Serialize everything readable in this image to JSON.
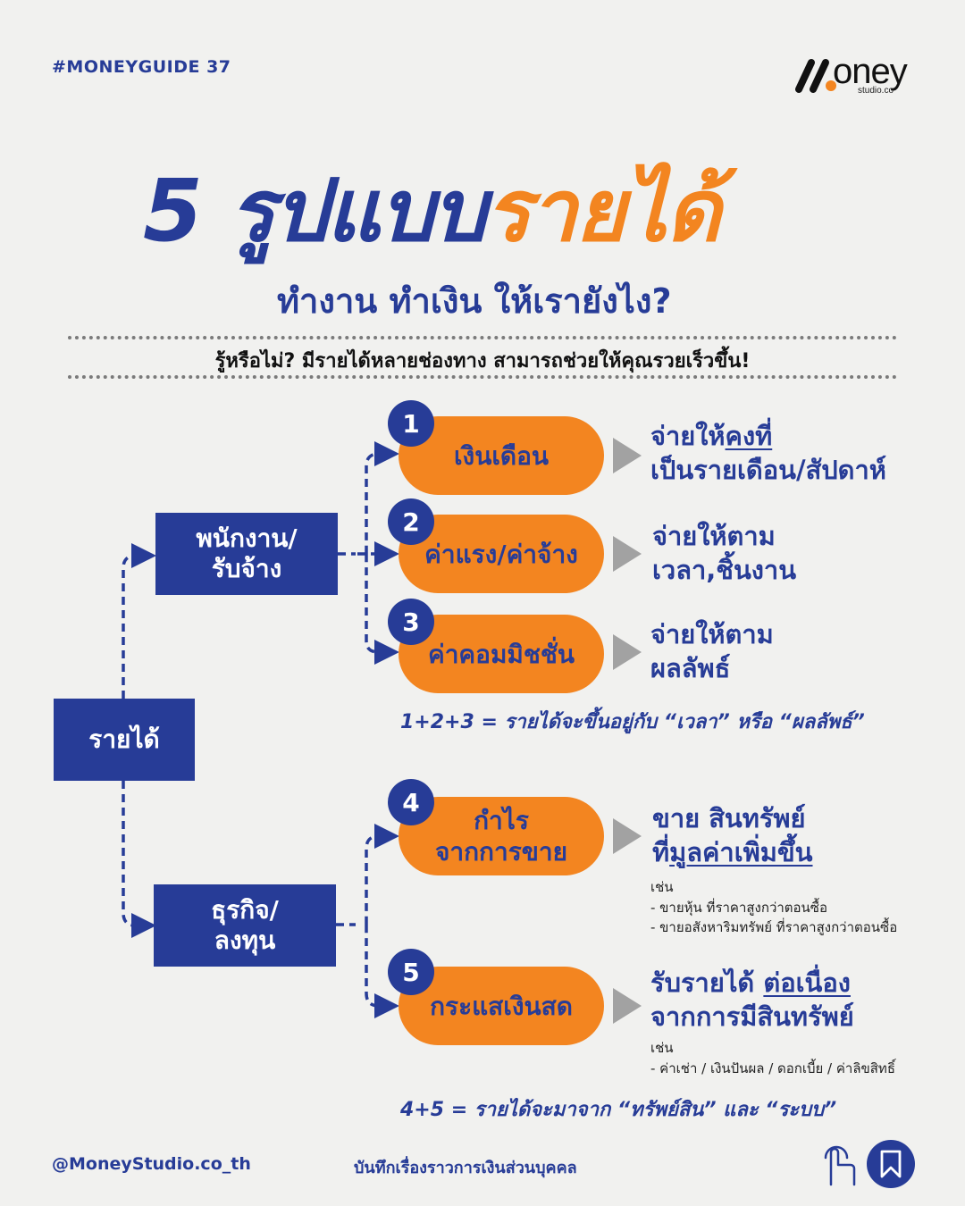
{
  "header": {
    "tag": "#MONEYGUIDE  37",
    "logo_word": "oney",
    "logo_sub": "studio.co"
  },
  "title": {
    "number": "5",
    "blue_part": "รูปแบบ",
    "orange_part": "รายได้",
    "subtitle": "ทำงาน ทำเงิน ให้เรายังไง?"
  },
  "intro": "รู้หรือไม่? มีรายได้หลายช่องทาง สามารถช่วยให้คุณรวยเร็วขึ้น!",
  "colors": {
    "primary_blue": "#273c97",
    "accent_orange": "#f38520",
    "arrow_gray": "#a2a2a2",
    "background": "#f1f1ef"
  },
  "diagram": {
    "root": "รายได้",
    "groups": [
      {
        "label": "พนักงาน/\nรับจ้าง"
      },
      {
        "label": "ธุรกิจ/\nลงทุน"
      }
    ],
    "items": [
      {
        "number": "1",
        "label": "เงินเดือน",
        "desc_line1_prefix": "จ่ายให้",
        "desc_line1_underline": "คงที่",
        "desc_line2": "เป็นรายเดือน/สัปดาห์"
      },
      {
        "number": "2",
        "label": "ค่าแรง/ค่าจ้าง",
        "desc_line1": "จ่ายให้ตาม",
        "desc_line2": "เวลา,ชิ้นงาน"
      },
      {
        "number": "3",
        "label": "ค่าคอมมิชชั่น",
        "desc_line1": "จ่ายให้ตาม",
        "desc_line2": "ผลลัพธ์"
      },
      {
        "number": "4",
        "label_line1": "กำไร",
        "label_line2": "จากการขาย",
        "desc_line1": "ขาย สินทรัพย์",
        "desc_line2_prefix": "ที่",
        "desc_line2_underline": "มูลค่าเพิ่มขึ้น",
        "note_title": "เช่น",
        "notes": [
          "- ขายหุ้น ที่ราคาสูงกว่าตอนซื้อ",
          "- ขายอสังหาริมทรัพย์ ที่ราคาสูงกว่าตอนซื้อ"
        ]
      },
      {
        "number": "5",
        "label": "กระแสเงินสด",
        "desc_line1_prefix": "รับรายได้ ",
        "desc_line1_underline": "ต่อเนื่อง",
        "desc_line2": "จากการมีสินทรัพย์",
        "note_title": "เช่น",
        "notes": [
          "- ค่าเช่า / เงินปันผล / ดอกเบี้ย  / ค่าลิขสิทธิ์"
        ]
      }
    ],
    "formula_1": "1+2+3 = รายได้จะขึ้นอยู่กับ “เวลา” หรือ “ผลลัพธ์”",
    "formula_2": "4+5 = รายได้จะมาจาก “ทรัพย์สิน” และ “ระบบ”"
  },
  "footer": {
    "handle": "@MoneyStudio.co_th",
    "tagline": "บันทึกเรื่องราวการเงินส่วนบุคคล",
    "icons": [
      "tap-hand-icon",
      "bookmark-icon"
    ]
  }
}
